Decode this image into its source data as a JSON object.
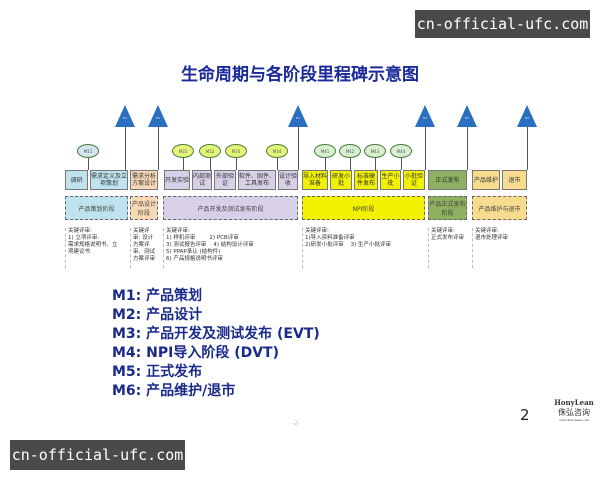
{
  "watermarks": {
    "top": "cn-official-ufc.com",
    "bottom": "cn-official-ufc.com"
  },
  "title": "生命周期与各阶段里程碑示意图",
  "milestone_triangles": [
    "M1",
    "M2",
    "M3",
    "M4",
    "M5",
    "M6"
  ],
  "checkpoints": [
    "M11",
    "M31",
    "M32",
    "M33",
    "M34",
    "M41",
    "M42",
    "M43",
    "M44"
  ],
  "activities": [
    "调研",
    "需求定义及立项策划",
    "需求分析方案设计",
    "开发实验",
    "内部测试",
    "外部验证",
    "软件、固件、工具发布",
    "设计验收",
    "导入材料准备",
    "研发小批",
    "标准硬件发布",
    "生产小批",
    "小批验证",
    "正式发布",
    "产品维护",
    "退市"
  ],
  "phases": [
    "产品策划阶段",
    "产品设计阶段",
    "产品开发及测试发布阶段",
    "NPI阶段",
    "产品正式发布阶段",
    "产品维护与退市"
  ],
  "reviews": [
    "关键评审:\n1) 立项评审:\n需求规格说明书、立\n项建议书",
    "关键评\n审: 设计\n方案评\n审、测试\n方案评审",
    "关键评审:\n1) 样机评审        2) PCB评审\n3) 测试报告评审    4) 结构设计评审\n5) PPAP承认 (结构件)\n6) 产品规格说明书评审",
    "关键评审:\n1)导入资料准备评审\n2)研发小批评审    3) 生产小批评审",
    "关键评审:\n正式发布评审",
    "关键评审:\n退市处理评审"
  ],
  "milestones": [
    "M1: 产品策划",
    "M2: 产品设计",
    "M3: 产品开发及测试发布 (EVT)",
    "M4:  NPI导入阶段 (DVT)",
    "M5: 正式发布",
    "M6: 产品维护/退市"
  ],
  "page_number": "2",
  "footer_mark": "-2-",
  "logo": {
    "en": "HonyLean",
    "cn": "侏弘咨询",
    "url": "www.honylean.com"
  },
  "colors": {
    "triangle": "#2a6fc0",
    "planning": "#bfe3ee",
    "design": "#f7d9b5",
    "dev": "#d8d0e8",
    "npi": "#f2f200",
    "release": "#8fb060",
    "maintain": "#f7dc90"
  }
}
